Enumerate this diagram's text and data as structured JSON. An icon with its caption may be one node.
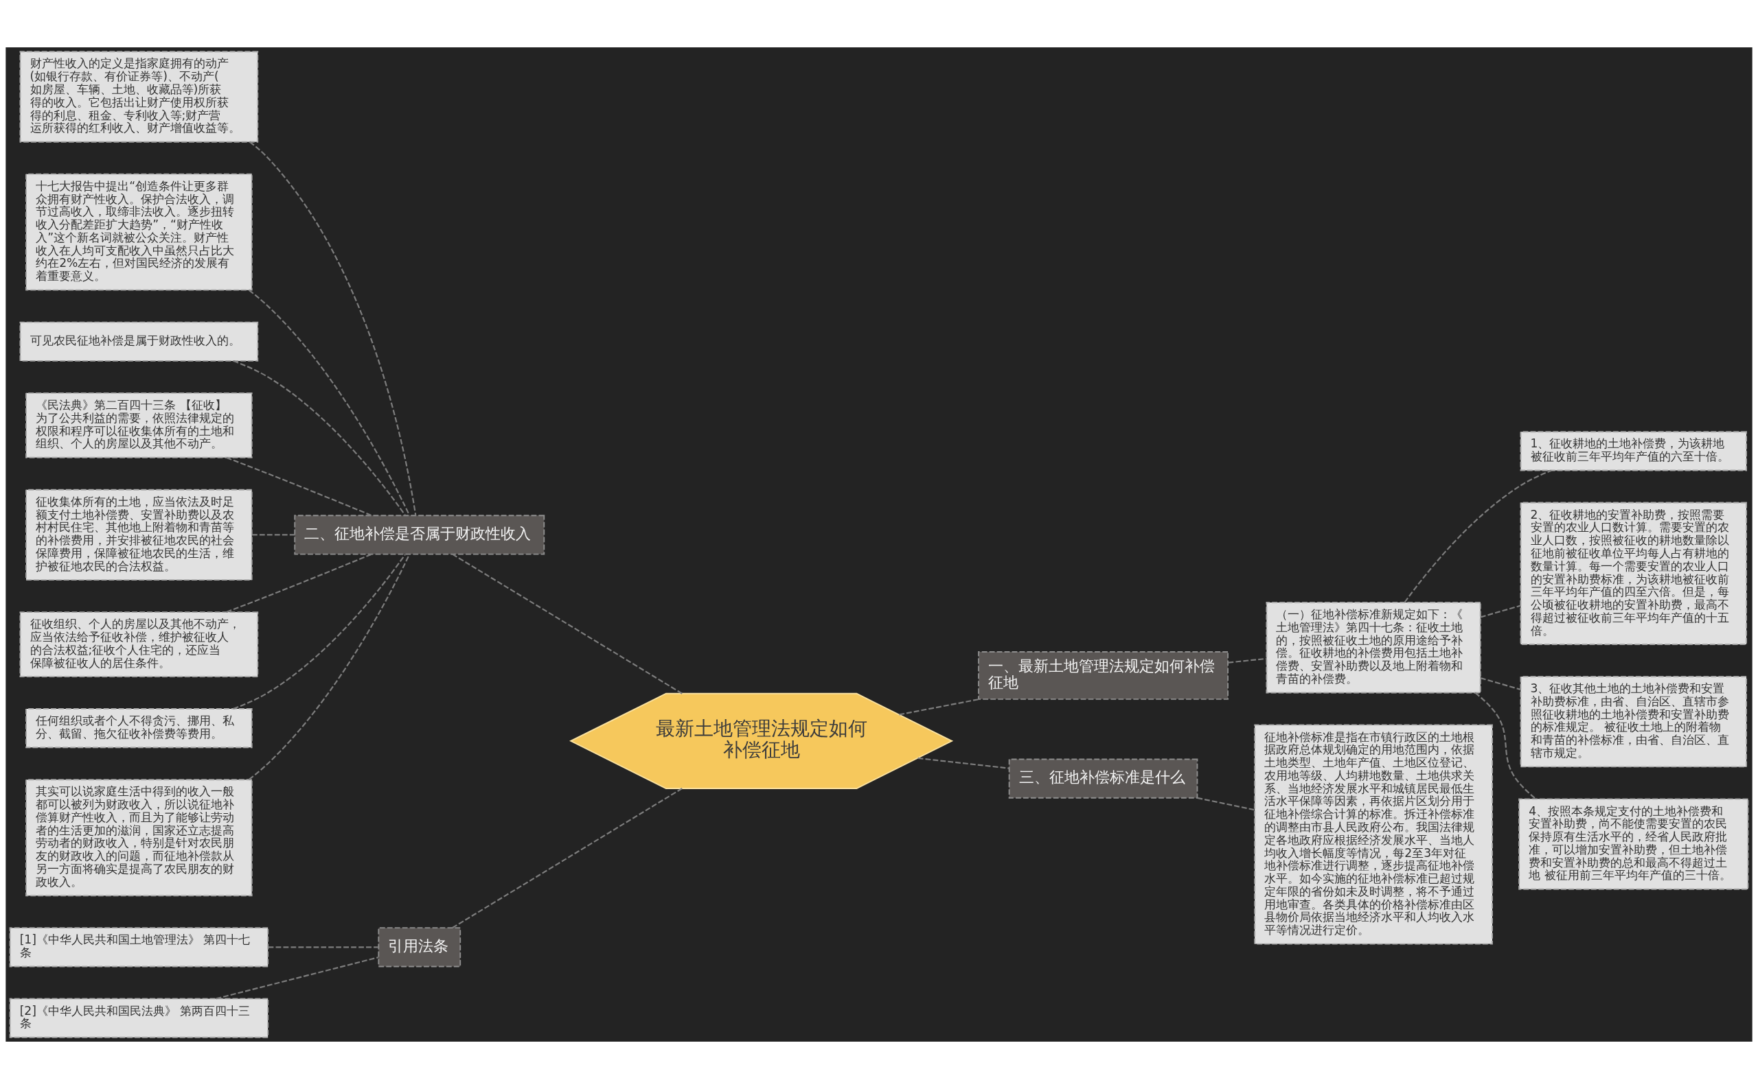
{
  "diagram": {
    "nodes": [
      {
        "text": [
          "最新土地管理法规定如何补偿征地"
        ]
      },
      {
        "text": [
          "一、最新土地管理法规定如何补偿征地"
        ]
      },
      {
        "text": [
          "（一）征地补偿标准新规定如下：《土地管理法》第四十七条：征收土地的，按照被征收土地的原用途给予补偿。征收耕地的补偿费用包括土地补偿费、安置补助费以及地上附着物和青苗的补偿费。"
        ]
      },
      {
        "text": [
          "1、征收耕地的土地补偿费，为该耕地被征收前三年平均年产值的六至十倍。"
        ]
      },
      {
        "text": [
          "2、征收耕地的安置补助费，按照需要安置的农业人口数计算。需要安置的农业人口数，按照被征收的耕地数量除以征地前被征收单位平均每人占有耕地的数量计算。每一个需要安置的农业人口的安置补助费标准，为该耕地被征收前三年平均年产值的四至六倍。但是，每公顷被征收耕地的安置补助费，最高不得超过被征收前三年平均年产值的十五倍。"
        ]
      },
      {
        "text": [
          "3、征收其他土地的土地补偿费和安置补助费标准，由省、自治区、直辖市参照征收耕地的土地补偿费和安置补助费的标准规定。 被征收土地上的附着物和青苗的补偿标准，由省、自治区、直辖市规定。"
        ]
      },
      {
        "text": [
          "4、按照本条规定支付的土地补偿费和安置补助费，尚不能使需要安置的农民保持原有生活水平的，经省人民政府批准，可以增加安置补助费，但土地补偿费和安置补助费的总和最高不得超过土地 被征用前三年平均年产值的三十倍。"
        ]
      },
      {
        "text": [
          "三、征地补偿标准是什么"
        ]
      },
      {
        "text": [
          "征地补偿标准是指在市镇行政区的土地根据政府总体规划确定的用地范围内，依据土地类型、土地年产值、土地区位登记、农用地等级、人均耕地数量、土地供求关系、当地经济发展水平和城镇居民最低生活水平保障等因素，再依据片区划分用于征地补偿综合计算的标准。拆迁补偿标准的调整由市县人民政府公布。我国法律规定各地政府应根据经济发展水平、当地人均收入增长幅度等情况，每2至3年对征地补偿标准进行调整，逐步提高征地补偿水平。如今实施的征地补偿标准已超过规定年限的省份如未及时调整，将不予通过用地审查。各类具体的价格补偿标准由区县物价局依据当地经济水平和人均收入水平等情况进行定价。"
        ]
      },
      {
        "text": [
          "二、征地补偿是否属于财政性收入"
        ]
      },
      {
        "text": [
          "财产性收入的定义是指家庭拥有的动产(如银行存款、有价证券等)、不动产(如房屋、车辆、土地、收藏品等)所获得的收入。它包括出让财产使用权所获得的利息、租金、专利收入等;财产营运所获得的红利收入、财产增值收益等。"
        ]
      },
      {
        "text": [
          "十七大报告中提出“创造条件让更多群众拥有财产性收入。保护合法收入，调节过高收入，取缔非法收入。逐步扭转收入分配差距扩大趋势”，“财产性收入”这个新名词就被公众关注。财产性收入在人均可支配收入中虽然只占比大约在2%左右，但对国民经济的发展有着重要意义。"
        ]
      },
      {
        "text": [
          "可见农民征地补偿是属于财政性收入的。"
        ]
      },
      {
        "text": [
          "《民法典》第二百四十三条 【征收】为了公共利益的需要，依照法律规定的权限和程序可以征收集体所有的土地和组织、个人的房屋以及其他不动产。"
        ]
      },
      {
        "text": [
          "征收集体所有的土地，应当依法及时足额支付土地补偿费、安置补助费以及农村村民住宅、其他地上附着物和青苗等的补偿费用，并安排被征地农民的社会保障费用，保障被征地农民的生活，维护被征地农民的合法权益。"
        ]
      },
      {
        "text": [
          "征收组织、个人的房屋以及其他不动产，应当依法给予征收补偿，维护被征收人的合法权益;征收个人住宅的，还应当保障被征收人的居住条件。"
        ]
      },
      {
        "text": [
          "任何组织或者个人不得贪污、挪用、私分、截留、拖欠征收补偿费等费用。"
        ]
      },
      {
        "text": [
          "其实可以说家庭生活中得到的收入一般都可以被列为财政收入，所以说征地补偿算财产性收入，而且为了能够让劳动者的生活更加的滋润，国家还立志提高劳动者的财政收入，特别是针对农民朋友的财政收入的问题，而征地补偿款从另一方面将确实是提高了农民朋友的财政收入。"
        ]
      },
      {
        "text": [
          "引用法条"
        ]
      },
      {
        "text": [
          "[1]《中华人民共和国土地管理法》 第四十七条"
        ]
      },
      {
        "text": [
          "[2]《中华人民共和国民法典》 第两百四十三条"
        ]
      }
    ],
    "edges": [
      {
        "from": 10,
        "to": 9,
        "arrow": "none",
        "style": "dashed"
      },
      {
        "from": 11,
        "to": 9,
        "arrow": "none",
        "style": "dashed"
      },
      {
        "from": 12,
        "to": 9,
        "arrow": "none",
        "style": "dashed"
      },
      {
        "from": 13,
        "to": 9,
        "arrow": "none",
        "style": "dashed"
      },
      {
        "from": 14,
        "to": 9,
        "arrow": "none",
        "style": "dashed"
      },
      {
        "from": 15,
        "to": 9,
        "arrow": "none",
        "style": "dashed"
      },
      {
        "from": 16,
        "to": 9,
        "arrow": "none",
        "style": "dashed"
      },
      {
        "from": 17,
        "to": 9,
        "arrow": "none",
        "style": "dashed"
      },
      {
        "from": 19,
        "to": 18,
        "arrow": "none",
        "style": "dashed"
      },
      {
        "from": 20,
        "to": 18,
        "arrow": "none",
        "style": "dashed"
      },
      {
        "from": 9,
        "to": 0,
        "arrow": "none",
        "style": "dashed"
      },
      {
        "from": 18,
        "to": 0,
        "arrow": "none",
        "style": "dashed"
      },
      {
        "from": 0,
        "to": 1,
        "arrow": "none",
        "style": "dashed"
      },
      {
        "from": 0,
        "to": 7,
        "arrow": "none",
        "style": "dashed"
      },
      {
        "from": 1,
        "to": 2,
        "arrow": "none",
        "style": "dashed"
      },
      {
        "from": 2,
        "to": 3,
        "arrow": "none",
        "style": "dashed"
      },
      {
        "from": 2,
        "to": 4,
        "arrow": "none",
        "style": "dashed"
      },
      {
        "from": 2,
        "to": 5,
        "arrow": "none",
        "style": "dashed"
      },
      {
        "from": 2,
        "to": 6,
        "arrow": "none",
        "style": "dashed"
      },
      {
        "from": 7,
        "to": 8,
        "arrow": "none",
        "style": "dashed"
      }
    ]
  }
}
